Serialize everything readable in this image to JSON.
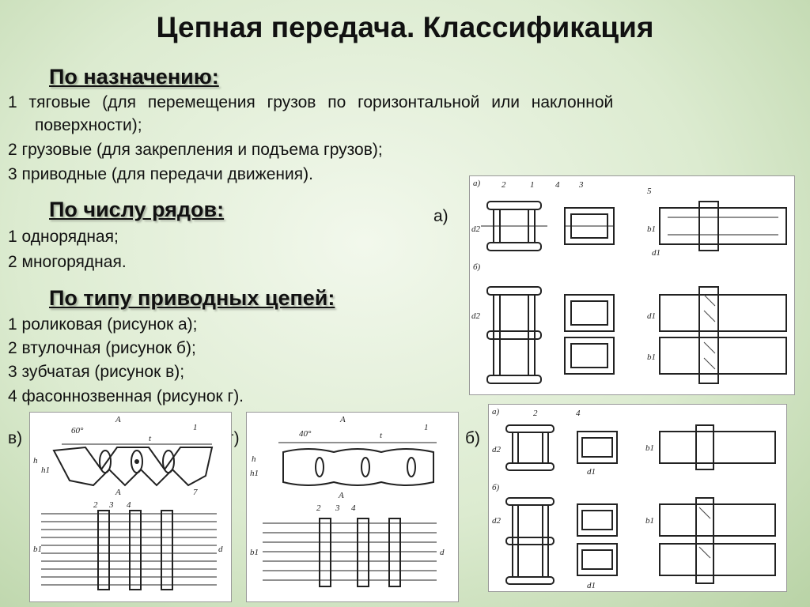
{
  "title": "Цепная передача. Классификация",
  "sections": {
    "purpose": {
      "heading": "По назначению:",
      "items": [
        "1  тяговые (для перемещения грузов по горизонтальной или наклонной",
        "поверхности);",
        "2  грузовые (для закрепления и подъема грузов);",
        "3  приводные (для передачи движения)."
      ]
    },
    "rows": {
      "heading": "По числу рядов:",
      "items": [
        "1 однорядная;",
        "2 многорядная."
      ]
    },
    "types": {
      "heading": "По типу приводных цепей:",
      "items": [
        "1  роликовая (рисунок а);",
        "2  втулочная (рисунок б);",
        "3  зубчатая (рисунок в);",
        "4  фасоннозвенная (рисунок г)."
      ]
    }
  },
  "figures": {
    "label_a": "а)",
    "label_b": "б)",
    "label_v": "в)",
    "label_g": "г)"
  }
}
